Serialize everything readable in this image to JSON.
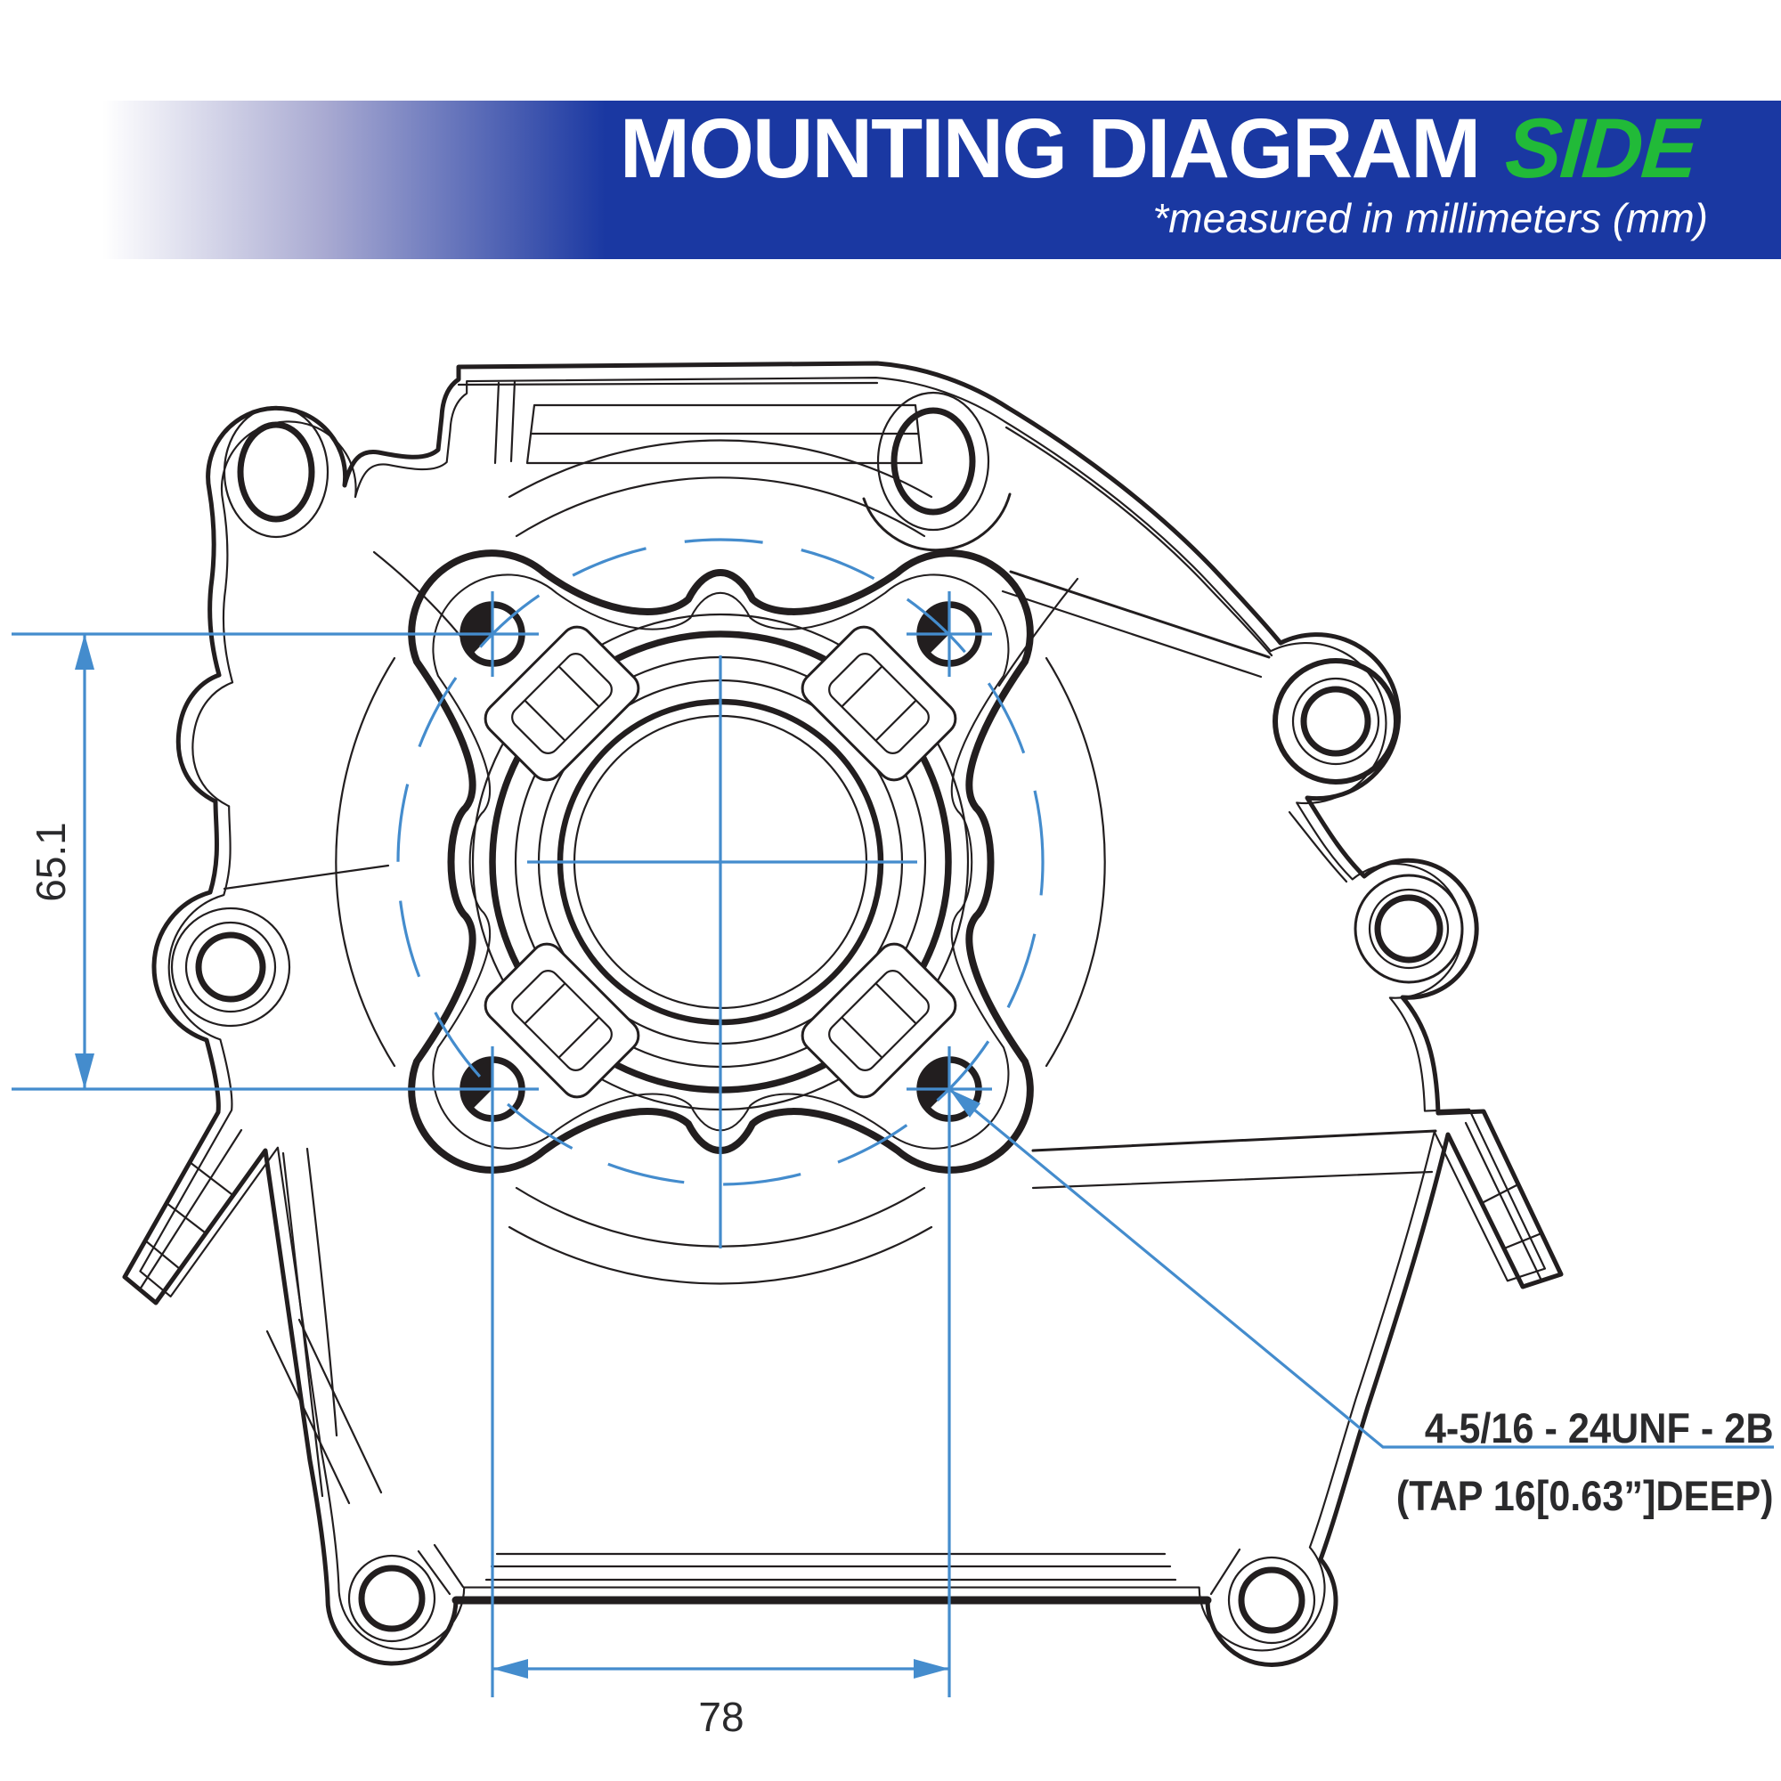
{
  "header": {
    "title": "MOUNTING DIAGRAM",
    "highlight": "SIDE",
    "subtitle": "*measured in millimeters (mm)"
  },
  "dimensions": {
    "vertical": "65.1",
    "horizontal": "78"
  },
  "callout": {
    "line1": "4-5/16 - 24UNF - 2B",
    "line2": "(TAP 16[0.63”]DEEP)"
  },
  "colors": {
    "banner_blue": "#1a38a2",
    "accent_green": "#21ba38",
    "annotation_blue": "#448ccd",
    "line_ink": "#221e1f",
    "label_ink": "#2a2a2c"
  }
}
